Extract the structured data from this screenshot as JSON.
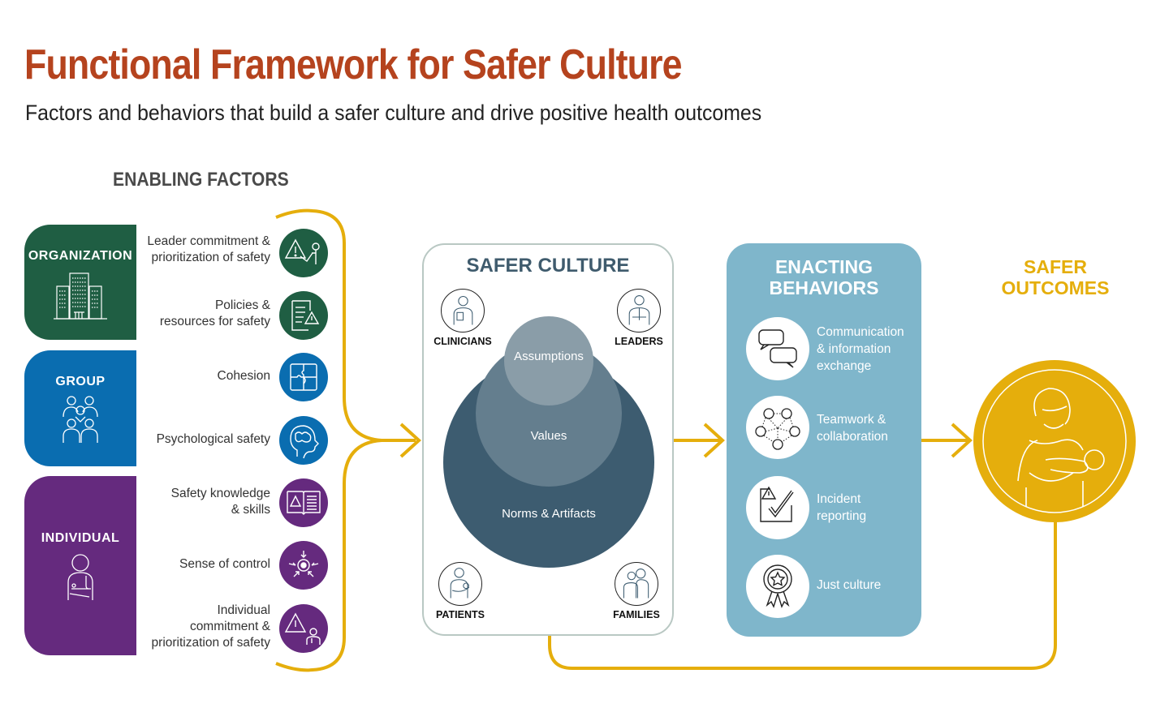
{
  "header": {
    "title": "Functional Framework for Safer Culture",
    "subtitle": "Factors and behaviors that build a safer culture and drive positive health outcomes"
  },
  "enabling_factors": {
    "heading": "ENABLING FACTORS",
    "categories": [
      {
        "label": "ORGANIZATION",
        "icon": "office-buildings-icon",
        "color": "#1F5E43",
        "factors": [
          {
            "label": "Leader commitment & prioritization of safety",
            "lines": [
              "Leader commitment &",
              "prioritization of safety"
            ],
            "icon": "leader-warning-presentation-icon"
          },
          {
            "label": "Policies & resources for safety",
            "lines": [
              "Policies &",
              "resources for safety"
            ],
            "icon": "document-warning-icon"
          }
        ]
      },
      {
        "label": "GROUP",
        "icon": "care-team-icon",
        "color": "#0A6DB0",
        "factors": [
          {
            "label": "Cohesion",
            "lines": [
              "Cohesion"
            ],
            "icon": "puzzle-icon"
          },
          {
            "label": "Psychological safety",
            "lines": [
              "Psychological safety"
            ],
            "icon": "brain-head-icon"
          }
        ]
      },
      {
        "label": "INDIVIDUAL",
        "icon": "clinician-icon",
        "color": "#652A7E",
        "factors": [
          {
            "label": "Safety knowledge & skills",
            "lines": [
              "Safety knowledge",
              "& skills"
            ],
            "icon": "book-warning-icon"
          },
          {
            "label": "Sense of control",
            "lines": [
              "Sense of control"
            ],
            "icon": "focus-target-icon"
          },
          {
            "label": "Individual commitment & prioritization of safety",
            "lines": [
              "Individual",
              "commitment &",
              "prioritization of safety"
            ],
            "icon": "clinician-warning-icon"
          }
        ]
      }
    ]
  },
  "safer_culture": {
    "heading": "SAFER CULTURE",
    "layers": [
      "Assumptions",
      "Values",
      "Norms & Artifacts"
    ],
    "layer_colors": [
      "#8A9DA8",
      "#647E8E",
      "#3D5C70"
    ],
    "stakeholders": [
      {
        "label": "CLINICIANS",
        "icon": "clinician-portrait-icon"
      },
      {
        "label": "LEADERS",
        "icon": "leader-portrait-icon"
      },
      {
        "label": "PATIENTS",
        "icon": "patient-with-baby-icon"
      },
      {
        "label": "FAMILIES",
        "icon": "family-couple-icon"
      }
    ]
  },
  "enacting_behaviors": {
    "heading_lines": [
      "ENACTING",
      "BEHAVIORS"
    ],
    "color": "#7FB6CB",
    "items": [
      {
        "label": "Communication & information exchange",
        "lines": [
          "Communication",
          "& information",
          "exchange"
        ],
        "icon": "speech-bubbles-icon"
      },
      {
        "label": "Teamwork & collaboration",
        "lines": [
          "Teamwork &",
          "collaboration"
        ],
        "icon": "network-nodes-icon"
      },
      {
        "label": "Incident reporting",
        "lines": [
          "Incident",
          "reporting"
        ],
        "icon": "checkbox-warning-icon"
      },
      {
        "label": "Just culture",
        "lines": [
          "Just culture"
        ],
        "icon": "award-ribbon-icon"
      }
    ]
  },
  "safer_outcomes": {
    "heading_lines": [
      "SAFER",
      "OUTCOMES"
    ],
    "icon": "mother-holding-baby-icon",
    "color": "#E5AE0C"
  },
  "accent_color": "#E5AE0C"
}
